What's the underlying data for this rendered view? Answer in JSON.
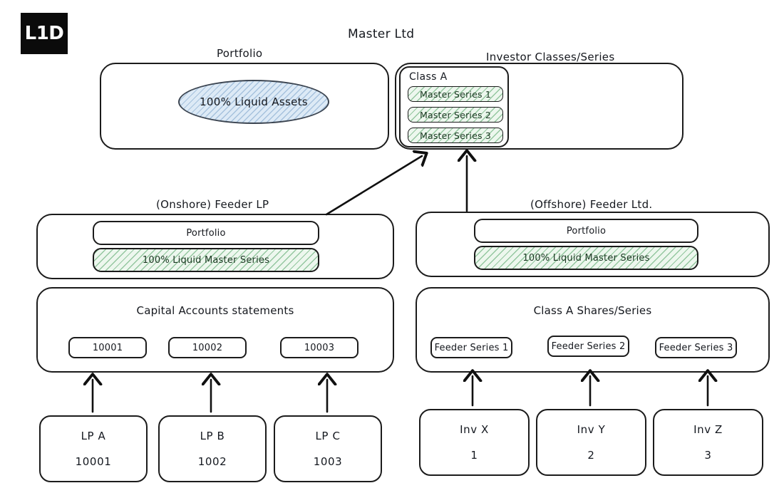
{
  "brand": {
    "logo_text": "L1D",
    "logo_bg": "#0b0b0b"
  },
  "title": "Master Ltd",
  "colors": {
    "stroke": "#1b1b1b",
    "green_hatch": "#4ba05f",
    "green_fill": "#edf7ee",
    "blue_hatch": "#78a0c8",
    "blue_fill": "#ddeaf6",
    "text": "#15181e"
  },
  "master": {
    "portfolio": {
      "label": "Portfolio",
      "asset": "100% Liquid Assets"
    },
    "investor_classes": {
      "label": "Investor Classes/Series",
      "class_label": "Class A",
      "series": [
        "Master Series 1",
        "Master Series 2",
        "Master Series 3"
      ]
    }
  },
  "onshore": {
    "label": "(Onshore) Feeder LP",
    "portfolio_label": "Portfolio",
    "holding": "100% Liquid Master Series",
    "accounts_label": "Capital Accounts statements",
    "accounts": [
      "10001",
      "10002",
      "10003"
    ],
    "investors": [
      {
        "name": "LP A",
        "number": "10001"
      },
      {
        "name": "LP B",
        "number": "1002"
      },
      {
        "name": "LP C",
        "number": "1003"
      }
    ]
  },
  "offshore": {
    "label": "(Offshore) Feeder Ltd.",
    "portfolio_label": "Portfolio",
    "holding": "100% Liquid Master Series",
    "shares_label": "Class A Shares/Series",
    "shares": [
      "Feeder Series 1",
      "Feeder Series 2",
      "Feeder Series 3"
    ],
    "investors": [
      {
        "name": "Inv X",
        "number": "1"
      },
      {
        "name": "Inv Y",
        "number": "2"
      },
      {
        "name": "Inv Z",
        "number": "3"
      }
    ]
  }
}
